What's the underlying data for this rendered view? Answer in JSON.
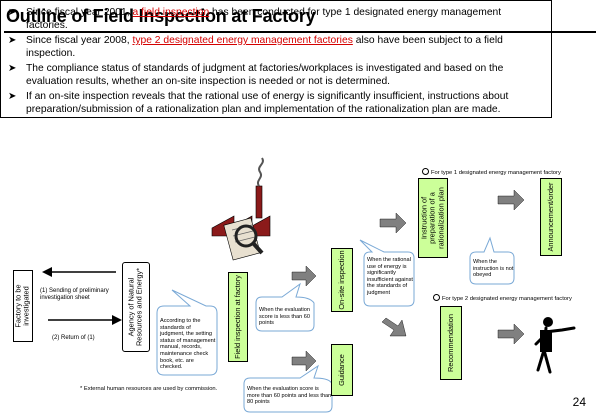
{
  "title": "Outline of Field Inspection at Factory",
  "bullets": [
    {
      "pre": "Since fiscal year 2001, ",
      "highlight": "a field inspection",
      "post": " has been conducted for type 1 designated energy management factories."
    },
    {
      "pre": "Since fiscal year 2008, ",
      "highlight": "type 2 designated energy management factories",
      "post": " also have been subject to a field inspection."
    },
    {
      "pre": "The compliance status of standards of judgment at factories/workplaces is investigated and based on the evaluation results, whether an on-site inspection is needed or not is determined.",
      "highlight": "",
      "post": ""
    },
    {
      "pre": "If an on-site inspection reveals that the rational use of energy is significantly insufficient, instructions about preparation/submission of a rationalization plan and implementation of the rationalization plan are made.",
      "highlight": "",
      "post": ""
    }
  ],
  "colors": {
    "box_green": "#ccff99",
    "highlight_red": "#d40000",
    "callout_border": "#7aa9d6",
    "arrow_gray": "#808080"
  },
  "diagram": {
    "factory_box": "Factory to be investigated",
    "agency_box": "Agency of Natural Resources and Energy*",
    "field_inspection_box": "Field inspection at factory",
    "onsite_box": "On-site inspection",
    "guidance_box": "Guidance",
    "instruction_box": "Instruction of preparation of a rationalization plan",
    "announcement_box": "Announcement/order",
    "recommendation_box": "Recommendation",
    "step1": "(1) Sending of preliminary investigation sheet",
    "step2": "(2) Return of (1)",
    "legend_type1": "For type 1 designated energy management factory",
    "legend_type2": "For type 2 designated energy management factory",
    "callout_standards": "According to the standards of judgment, the setting status of management manual, records, maintenance check book, etc. are checked.",
    "callout_less60": "When the evaluation score is less than 60 points",
    "callout_60to80": "When the evaluation score is more than 60 points and less than 80 points",
    "callout_rational": "When the rational use of energy is significantly insufficient against the standards of judgment",
    "callout_not_obeyed": "When the instruction is not obeyed",
    "footnote": "* External human resources are used by commission."
  },
  "page_number": "24"
}
